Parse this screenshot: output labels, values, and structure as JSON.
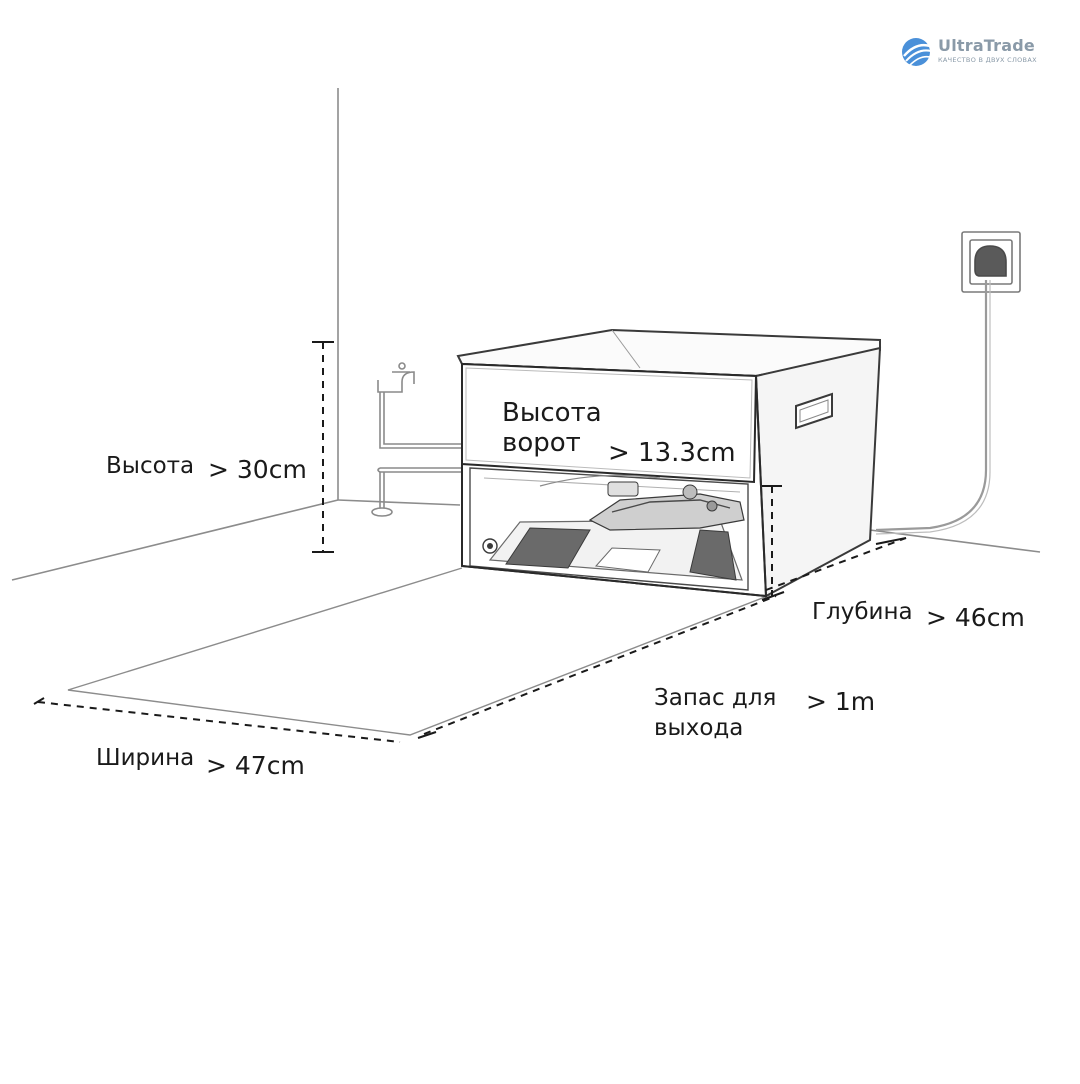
{
  "logo": {
    "name": "UltraTrade",
    "tagline": "КАЧЕСТВО В ДВУХ СЛОВАХ",
    "color": "#4a90d9",
    "icon": "ultratrade-logo-icon"
  },
  "dimensions": {
    "height": {
      "label": "Высота",
      "value": "> 30cm"
    },
    "gate_height": {
      "label_line1": "Высота",
      "label_line2": "ворот",
      "value": "> 13.3cm"
    },
    "depth": {
      "label": "Глубина",
      "value": "> 46cm"
    },
    "exit_clearance": {
      "label_line1": "Запас для",
      "label_line2": "выхода",
      "value": "> 1m"
    },
    "width": {
      "label": "Ширина",
      "value": "> 47cm"
    }
  },
  "colors": {
    "line": "#2a2a2a",
    "light_line": "#9a9a9a",
    "box_face": "#ffffff",
    "box_side": "#f4f4f4"
  }
}
